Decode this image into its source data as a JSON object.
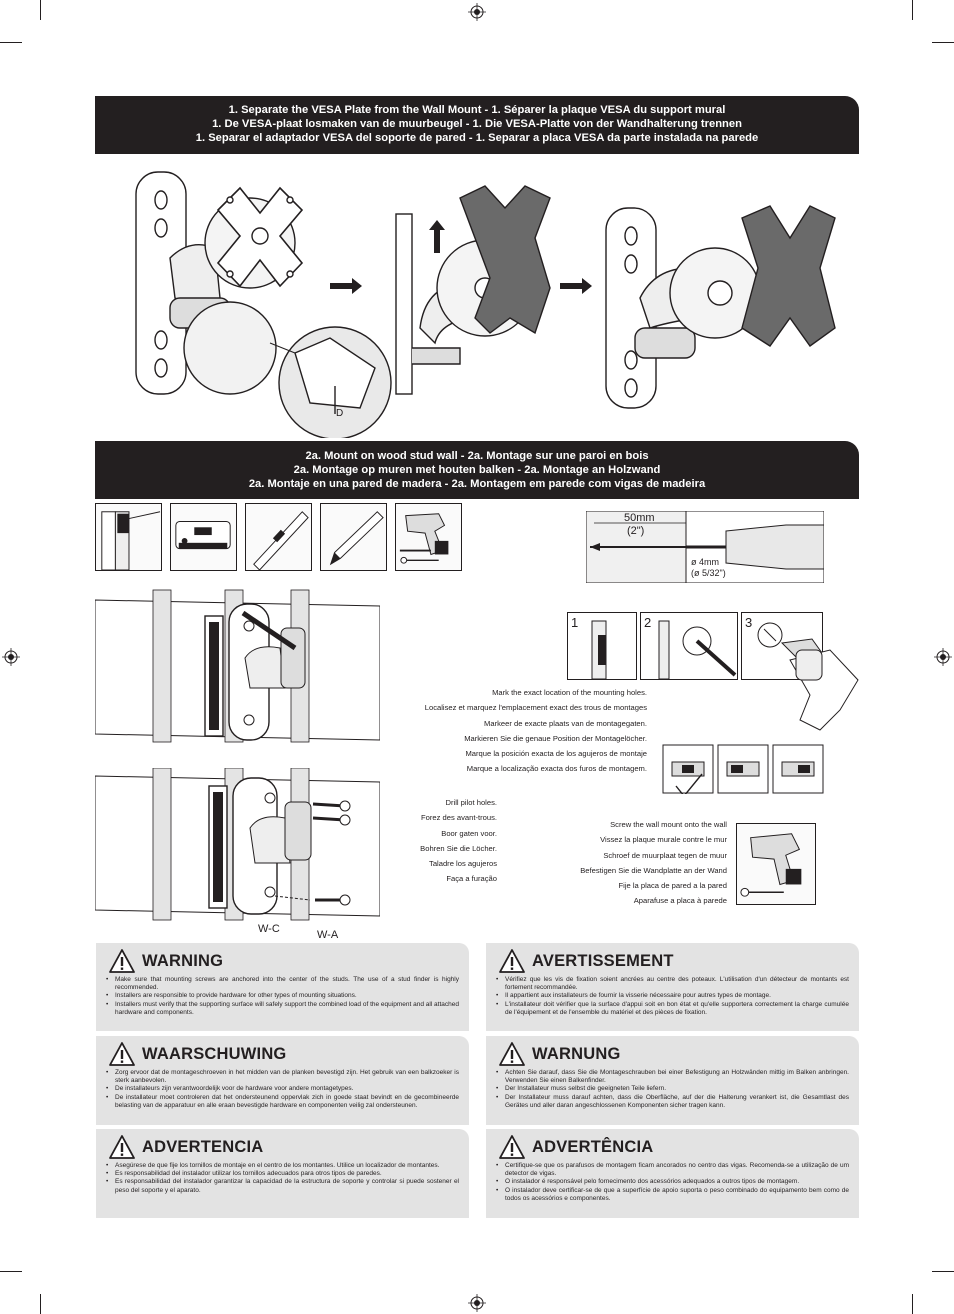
{
  "section1": {
    "lines": [
      "1. Separate the VESA Plate from the Wall Mount - 1. Séparer la plaque VESA du support mural",
      "1. De VESA-plaat losmaken van de muurbeugel - 1. Die VESA-Platte von der Wandhalterung trennen",
      "1. Separar el adaptador VESA del soporte de pared - 1. Separar a placa VESA da parte instalada na parede"
    ],
    "label_d": "D"
  },
  "section2a": {
    "lines": [
      "2a. Mount on wood stud wall - 2a. Montage sur une paroi en bois",
      "2a. Montage op muren met houten balken - 2a. Montage an Holzwand",
      "2a. Montaje en una pared de madera - 2a. Montagem em parede com vigas de madeira"
    ],
    "drill_depth": "50mm",
    "drill_depth_in": "(2\")",
    "drill_bit": "ø 4mm",
    "drill_bit_in": "(ø 5/32\")",
    "steps": [
      "1",
      "2",
      "3"
    ],
    "mark_text": [
      "Mark the exact location of the mounting holes.",
      "Localisez et marquez l'emplacement exact des trous de montages",
      "Markeer de exacte plaats van de montagegaten.",
      "Markieren Sie die genaue Position der Montagelöcher.",
      "Marque la posición exacta de los agujeros de montaje",
      "Marque a localização exacta dos furos de montagem."
    ],
    "drill_text": [
      "Drill pilot holes.",
      "Forez des avant-trous.",
      "Boor gaten voor.",
      "Bohren Sie die Löcher.",
      "Taladre los agujeros",
      "Faça a furação"
    ],
    "screw_text": [
      "Screw the wall mount onto the wall",
      "Vissez la plaque murale contre le mur",
      "Schroef de muurplaat tegen de muur",
      "Befestigen Sie die Wandplatte an der Wand",
      "Fije la placa de pared a la pared",
      "Aparafuse a placa à parede"
    ],
    "label_wc": "W-C",
    "label_wa": "W-A"
  },
  "warnings": {
    "en": {
      "title": "WARNING",
      "items": [
        "Make sure that mounting screws are anchored into the center of the studs. The use of a stud finder is highly recommended.",
        "Installers are responsible to provide hardware for other types of mounting situations.",
        "Installers must verify that the supporting surface will safely support the combined load of the equipment and all attached hardware and components."
      ]
    },
    "fr": {
      "title": "AVERTISSEMENT",
      "items": [
        "Vérifiez que les vis de fixation soient ancrées au centre des poteaux. L'utilisation d'un détecteur de montants est fortement recommandée.",
        "Il appartient aux installateurs de fournir la visserie nécessaire pour autres types de montage.",
        "L'installateur doit vérifier que la surface d'appui soit en bon état et qu'elle supportera correctement la charge cumulée de l'équipement et de l'ensemble du matériel et des pièces de fixation."
      ]
    },
    "nl": {
      "title": "WAARSCHUWING",
      "items": [
        "Zorg ervoor dat de montageschroeven in het midden van de planken bevestigd zijn. Het gebruik van een balkzoeker is sterk aanbevolen.",
        "De installateurs zijn verantwoordelijk voor de hardware voor andere montagetypes.",
        "De installateur moet controleren dat het ondersteunend oppervlak zich in goede staat bevindt en de gecombineerde belasting van de apparatuur en alle eraan bevestigde hardware en componenten veilig zal ondersteunen."
      ]
    },
    "de": {
      "title": "WARNUNG",
      "items": [
        "Achten Sie darauf, dass Sie die Montageschrauben bei einer Befestigung an Holzwänden mittig im Balken anbringen. Verwenden Sie einen Balkenfinder.",
        "Der Installateur muss selbst die geeigneten Teile liefern.",
        "Der Installateur muss darauf achten, dass die Oberfläche, auf der die Halterung verankert ist, die Gesamtlast des Gerätes und aller daran angeschlossenen Komponenten sicher tragen kann."
      ]
    },
    "es": {
      "title": "ADVERTENCIA",
      "items": [
        "Asegúrese de que fije los tornillos de montaje en el centro de los montantes. Utilice un localizador de montantes.",
        "Es responsabilidad del instalador utilizar los tornillos adecuados para otros tipos de paredes.",
        "Es responsabilidad del instalador garantizar la capacidad de la estructura de soporte y controlar si puede sostener el peso del soporte y el aparato."
      ]
    },
    "pt": {
      "title": "ADVERTÊNCIA",
      "items": [
        "Certifique-se que os parafusos de montagem ficam ancorados no centro das vigas. Recomenda-se a utilização de um detector de vigas.",
        "O instalador é responsável pelo fornecimento dos acessórios adequados a outros tipos de montagem.",
        "O instalador deve certificar-se de que a superfície de apoio suporta o peso combinado do equipamento bem como de todos os acessórios e componentes."
      ]
    }
  }
}
